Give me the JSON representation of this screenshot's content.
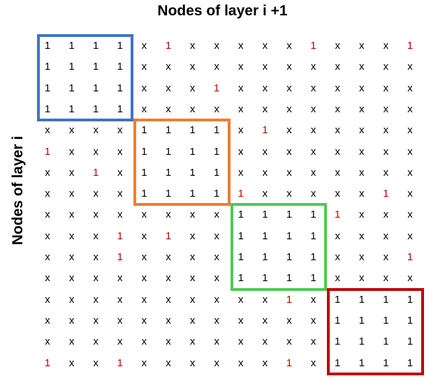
{
  "title_top": "Nodes of layer i +1",
  "title_side": "Nodes of layer i",
  "highlight_color": "#c00000",
  "blocks": [
    {
      "name": "block-1",
      "rows": [
        0,
        3
      ],
      "cols": [
        0,
        3
      ],
      "color": "#4472c4"
    },
    {
      "name": "block-2",
      "rows": [
        4,
        7
      ],
      "cols": [
        4,
        7
      ],
      "color": "#ed7d31"
    },
    {
      "name": "block-3",
      "rows": [
        8,
        11
      ],
      "cols": [
        8,
        11
      ],
      "color": "#4ecb4e"
    },
    {
      "name": "block-4",
      "rows": [
        12,
        15
      ],
      "cols": [
        12,
        15
      ],
      "color": "#c00000"
    }
  ],
  "matrix": [
    [
      "1",
      "1",
      "1",
      "1",
      "x",
      "1",
      "x",
      "x",
      "x",
      "x",
      "x",
      "1",
      "x",
      "x",
      "x",
      "1"
    ],
    [
      "1",
      "1",
      "1",
      "1",
      "x",
      "x",
      "x",
      "x",
      "x",
      "x",
      "x",
      "x",
      "x",
      "x",
      "x",
      "x"
    ],
    [
      "1",
      "1",
      "1",
      "1",
      "x",
      "x",
      "x",
      "1",
      "x",
      "x",
      "x",
      "x",
      "x",
      "x",
      "x",
      "x"
    ],
    [
      "1",
      "1",
      "1",
      "1",
      "x",
      "x",
      "x",
      "x",
      "x",
      "x",
      "x",
      "x",
      "x",
      "x",
      "x",
      "x"
    ],
    [
      "x",
      "x",
      "x",
      "x",
      "1",
      "1",
      "1",
      "1",
      "x",
      "1",
      "x",
      "x",
      "x",
      "x",
      "x",
      "x"
    ],
    [
      "1",
      "x",
      "x",
      "x",
      "1",
      "1",
      "1",
      "1",
      "x",
      "x",
      "x",
      "x",
      "x",
      "x",
      "x",
      "x"
    ],
    [
      "x",
      "x",
      "1",
      "x",
      "1",
      "1",
      "1",
      "1",
      "x",
      "x",
      "x",
      "x",
      "x",
      "x",
      "x",
      "x"
    ],
    [
      "x",
      "x",
      "x",
      "x",
      "1",
      "1",
      "1",
      "1",
      "1",
      "x",
      "x",
      "x",
      "x",
      "x",
      "1",
      "x"
    ],
    [
      "x",
      "x",
      "x",
      "x",
      "x",
      "x",
      "x",
      "x",
      "1",
      "1",
      "1",
      "1",
      "1",
      "x",
      "x",
      "x"
    ],
    [
      "x",
      "x",
      "x",
      "1",
      "x",
      "1",
      "x",
      "x",
      "1",
      "1",
      "1",
      "1",
      "x",
      "x",
      "x",
      "x"
    ],
    [
      "x",
      "x",
      "x",
      "1",
      "x",
      "x",
      "x",
      "x",
      "1",
      "1",
      "1",
      "1",
      "x",
      "x",
      "x",
      "1"
    ],
    [
      "x",
      "x",
      "x",
      "x",
      "x",
      "x",
      "x",
      "x",
      "1",
      "1",
      "1",
      "1",
      "x",
      "x",
      "x",
      "x"
    ],
    [
      "x",
      "x",
      "x",
      "x",
      "x",
      "x",
      "x",
      "x",
      "x",
      "x",
      "1",
      "x",
      "1",
      "1",
      "1",
      "1"
    ],
    [
      "x",
      "x",
      "x",
      "x",
      "x",
      "x",
      "x",
      "x",
      "x",
      "x",
      "x",
      "x",
      "1",
      "1",
      "1",
      "1"
    ],
    [
      "x",
      "x",
      "x",
      "x",
      "x",
      "x",
      "x",
      "x",
      "x",
      "x",
      "x",
      "x",
      "1",
      "1",
      "1",
      "1"
    ],
    [
      "1",
      "x",
      "x",
      "1",
      "x",
      "x",
      "x",
      "x",
      "x",
      "x",
      "1",
      "x",
      "1",
      "1",
      "1",
      "1"
    ]
  ]
}
